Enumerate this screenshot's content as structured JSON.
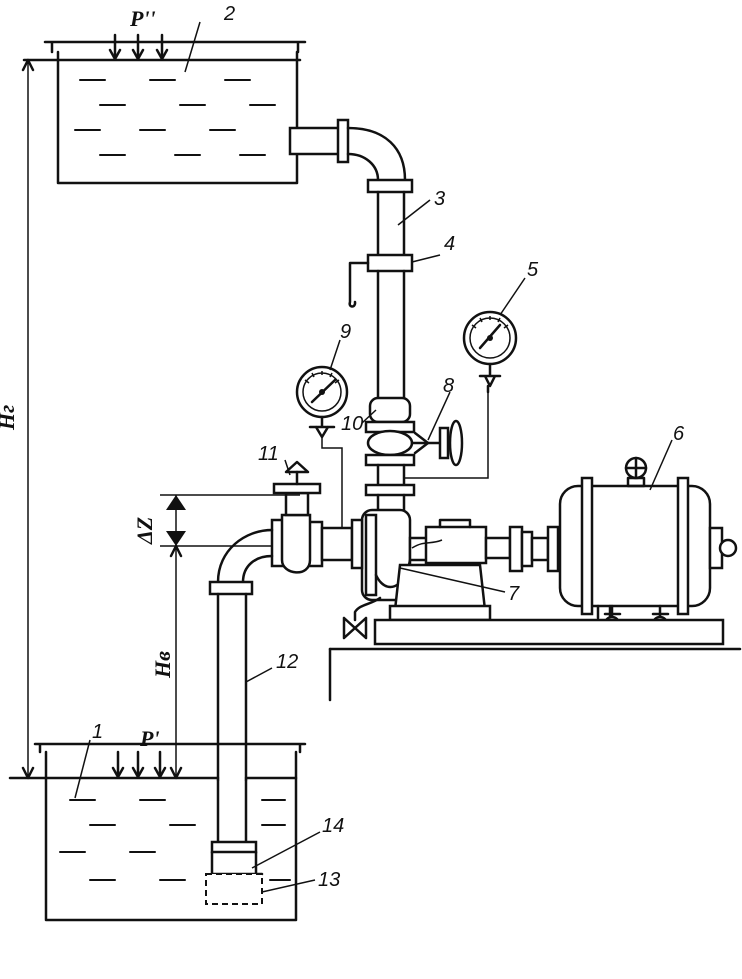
{
  "labels": {
    "p_upper": "P''",
    "p_lower": "P'",
    "h_g": "Hг",
    "h_v": "Hв",
    "delta_z": "ΔZ"
  },
  "parts": [
    "1",
    "2",
    "3",
    "4",
    "5",
    "6",
    "7",
    "8",
    "9",
    "10",
    "11",
    "12",
    "13",
    "14"
  ]
}
